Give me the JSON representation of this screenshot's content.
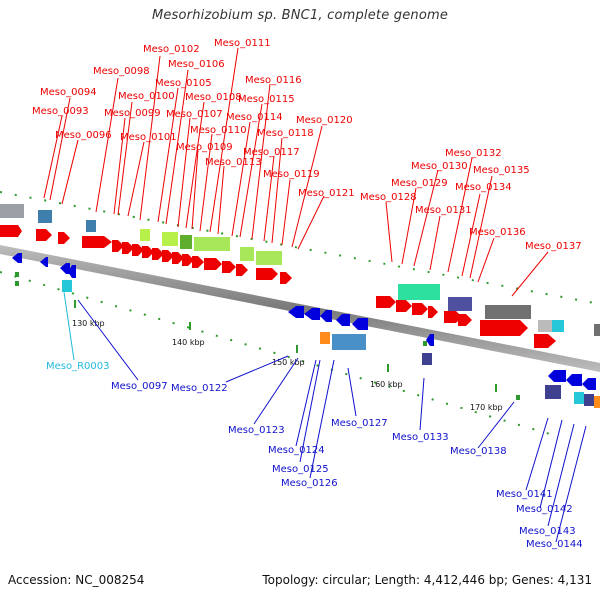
{
  "title": "Mesorhizobium sp. BNC1, complete genome",
  "footer": {
    "accession": "Accession: NC_008254",
    "topology": "Topology: circular; Length: 4,412,446 bp; Genes: 4,131"
  },
  "colors": {
    "forward_label": "#ee0000",
    "reverse_label": "#1111cc",
    "rna_label": "#22bbdd",
    "backbone": "#8c8c8c"
  },
  "ticks": [
    "130 kbp",
    "140 kbp",
    "150 kbp",
    "160 kbp",
    "170 kbp"
  ],
  "labels_forward": [
    "Meso_0093",
    "Meso_0094",
    "Meso_0096",
    "Meso_0098",
    "Meso_0099",
    "Meso_0100",
    "Meso_0101",
    "Meso_0102",
    "Meso_0105",
    "Meso_0106",
    "Meso_0107",
    "Meso_0108",
    "Meso_0109",
    "Meso_0110",
    "Meso_0111",
    "Meso_0113",
    "Meso_0114",
    "Meso_0115",
    "Meso_0116",
    "Meso_0117",
    "Meso_0118",
    "Meso_0119",
    "Meso_0120",
    "Meso_0121",
    "Meso_0128",
    "Meso_0129",
    "Meso_0130",
    "Meso_0131",
    "Meso_0132",
    "Meso_0134",
    "Meso_0135",
    "Meso_0136",
    "Meso_0137"
  ],
  "labels_reverse": [
    "Meso_0097",
    "Meso_0122",
    "Meso_0123",
    "Meso_0124",
    "Meso_0125",
    "Meso_0126",
    "Meso_0127",
    "Meso_0133",
    "Meso_0138",
    "Meso_0141",
    "Meso_0142",
    "Meso_0143",
    "Meso_0144"
  ],
  "labels_rna": [
    "Meso_R0003"
  ]
}
